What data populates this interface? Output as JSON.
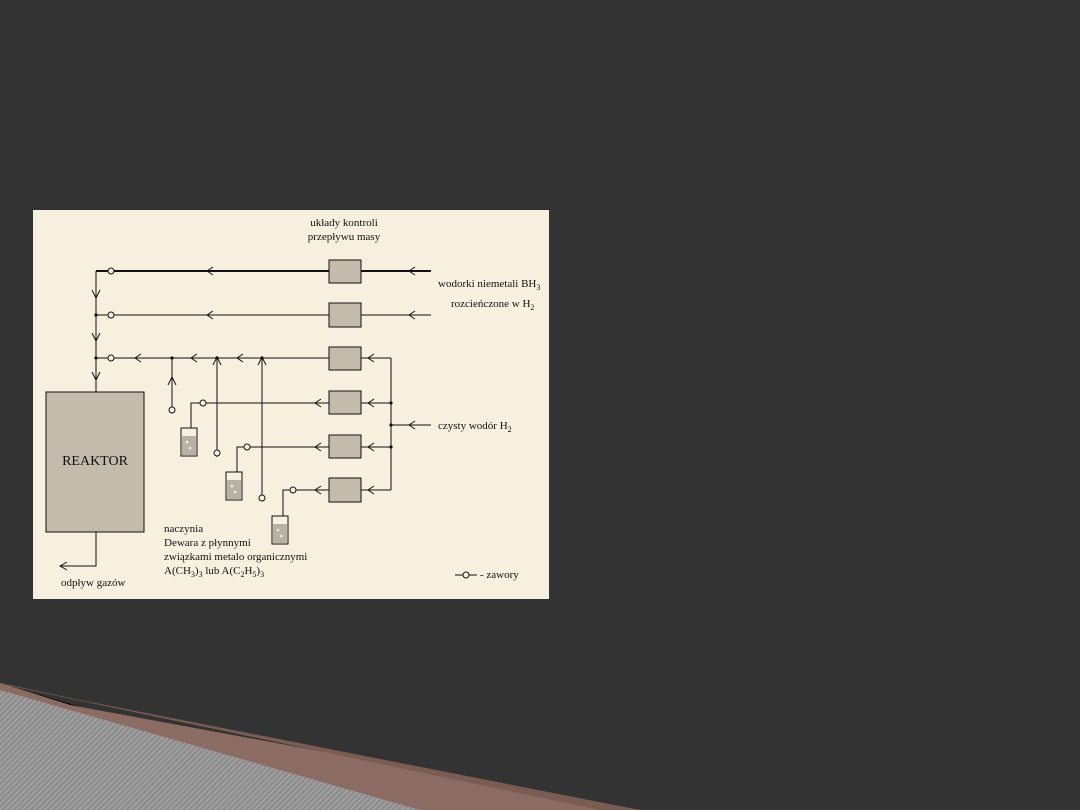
{
  "colors": {
    "background": "#333333",
    "panel": "#f8f0de",
    "box_fill": "#c3bcac",
    "line": "#111111",
    "stripe_gray": "#9a9a9a",
    "stripe_brown": "#8c6c62",
    "stripe_black": "#000000"
  },
  "diagram": {
    "mfc_label_line1": "układy kontroli",
    "mfc_label_line2": "przepływu masy",
    "hydride_label_main": "wodorki niemetali BH",
    "hydride_label_sub": "3",
    "hydride_label2_main": "rozcieńczone w H",
    "hydride_label2_sub": "2",
    "hydrogen_label_main": "czysty wodór H",
    "hydrogen_label_sub": "2",
    "reactor_label": "REAKTOR",
    "vessels_line1": "naczynia",
    "vessels_line2": "Dewara z płynnymi",
    "vessels_line3": "związkami metalo organicznymi",
    "formula_a": "A(CH",
    "formula_a_sub": "3",
    "formula_a_close": ")",
    "formula_a_sub2": "3",
    "formula_or": " lub A(C",
    "formula_b_sub1": "2",
    "formula_b_h": "H",
    "formula_b_sub2": "5",
    "formula_b_close": ")",
    "formula_b_sub3": "3",
    "exhaust_label": "odpływ gazów",
    "valves_legend": "- zawory"
  }
}
